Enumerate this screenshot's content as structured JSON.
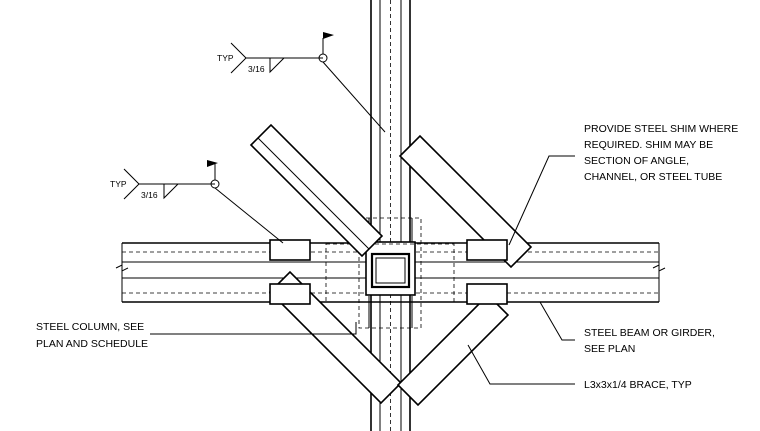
{
  "notes": {
    "shim": [
      "PROVIDE STEEL SHIM WHERE",
      "REQUIRED. SHIM MAY BE",
      "SECTION OF ANGLE,",
      "CHANNEL, OR STEEL TUBE"
    ],
    "column": [
      "STEEL COLUMN, SEE",
      "PLAN AND SCHEDULE"
    ],
    "beam": [
      "STEEL BEAM OR GIRDER,",
      "SEE PLAN"
    ],
    "brace": "L3x3x1/4 BRACE, TYP"
  },
  "welds": [
    {
      "typ": "TYP",
      "size": "3/16"
    },
    {
      "typ": "TYP",
      "size": "3/16"
    }
  ]
}
